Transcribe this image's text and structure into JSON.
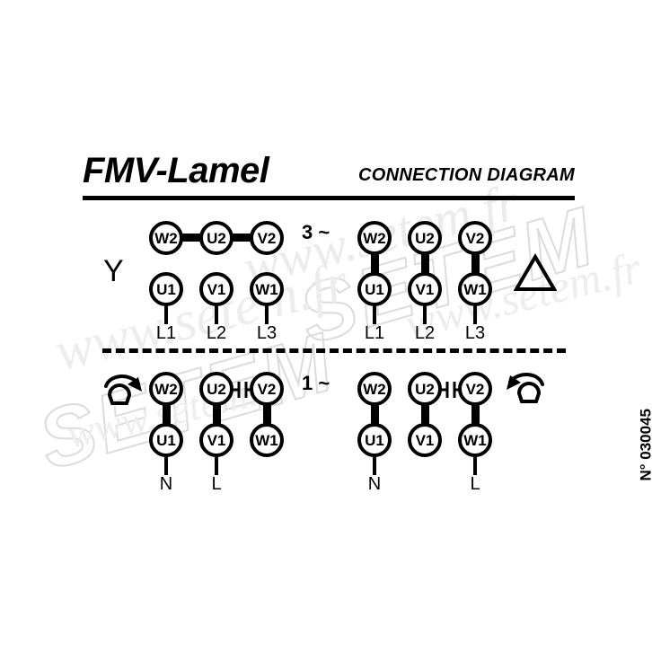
{
  "header": {
    "title": "FMV-Lamel",
    "subtitle": "CONNECTION DIAGRAM"
  },
  "reference": {
    "number": "N° 030045"
  },
  "watermark": {
    "brand": "SETEM",
    "url": "www.setem.fr",
    "url_alt": "www.setem.fr"
  },
  "symbols": {
    "star_symbol": "Y",
    "delta_symbol": "△",
    "three_phase": "3 ~",
    "single_phase": "1 ~",
    "rotation_cw": "rotation-clockwise",
    "rotation_ccw": "rotation-counter-clockwise",
    "capacitor": "capacitor"
  },
  "diagrams": [
    {
      "id": "star",
      "name": "three-phase-star",
      "phase": "3 ~",
      "config_symbol": "Y",
      "top_row": [
        "W2",
        "U2",
        "V2"
      ],
      "bottom_row": [
        "U1",
        "V1",
        "W1"
      ],
      "leads": [
        "L1",
        "L2",
        "L3"
      ],
      "links": "top-row-bridged"
    },
    {
      "id": "delta",
      "name": "three-phase-delta",
      "phase": "3 ~",
      "config_symbol": "△",
      "top_row": [
        "W2",
        "U2",
        "V2"
      ],
      "bottom_row": [
        "U1",
        "V1",
        "W1"
      ],
      "leads": [
        "L1",
        "L2",
        "L3"
      ],
      "links": "vertical-pairs"
    },
    {
      "id": "single-cw",
      "name": "single-phase-clockwise",
      "phase": "1 ~",
      "rotation": "clockwise",
      "top_row": [
        "W2",
        "U2",
        "V2"
      ],
      "bottom_row": [
        "U1",
        "V1",
        "W1"
      ],
      "leads": [
        "N",
        "L"
      ],
      "capacitor_between": [
        "U2",
        "V2"
      ],
      "links": "vertical-pairs"
    },
    {
      "id": "single-ccw",
      "name": "single-phase-counter-clockwise",
      "phase": "1 ~",
      "rotation": "counter-clockwise",
      "top_row": [
        "W2",
        "U2",
        "V2"
      ],
      "bottom_row": [
        "U1",
        "V1",
        "W1"
      ],
      "leads": [
        "N",
        "L"
      ],
      "capacitor_between": [
        "U2",
        "V2"
      ],
      "links": "vertical-pairs"
    }
  ],
  "colors": {
    "ink": "#000000",
    "paper": "#ffffff",
    "watermark": "#dcdcdc"
  }
}
